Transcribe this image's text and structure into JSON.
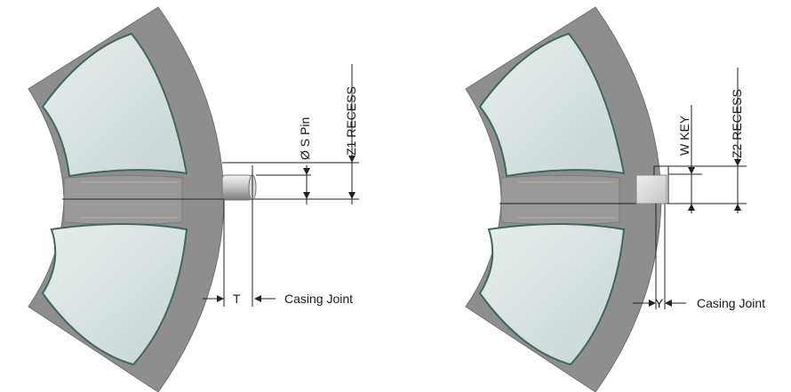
{
  "left_view": {
    "dim_diameter": "Ø S Pin",
    "dim_recess": "Z1 RECESS",
    "dim_gap": "T",
    "joint_label": "Casing Joint"
  },
  "right_view": {
    "dim_width": "W KEY",
    "dim_recess": "Z2 RECESS",
    "dim_gap": "Y",
    "joint_label": "Casing Joint"
  },
  "colors": {
    "casing": "#8e8e8e",
    "casing_edge": "#6f6f6f",
    "shoe": "#d8e2e0",
    "shoe_edge": "#3f6660",
    "pin": "#c9c9c9",
    "key": "#e2e2e2"
  }
}
